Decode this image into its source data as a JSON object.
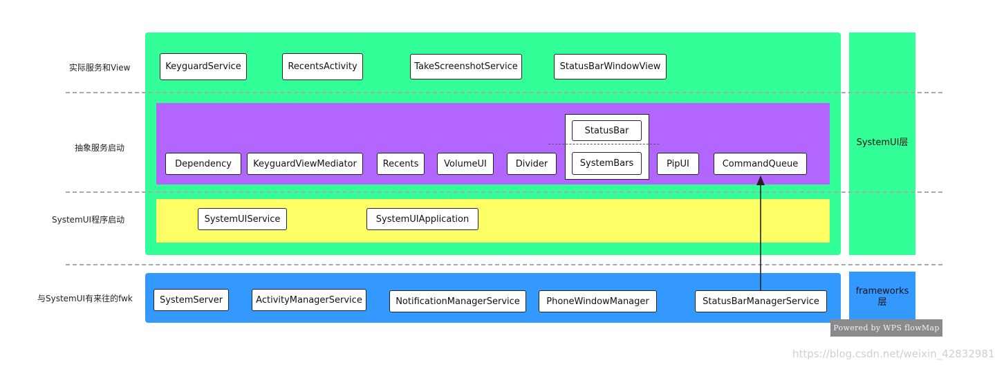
{
  "layers": {
    "actual": "实际服务和View",
    "abstract": "抽象服务启动",
    "startup": "SystemUI程序启动",
    "fwk": "与SystemUI有来往的fwk"
  },
  "side": {
    "systemui": "SystemUI层",
    "frameworks": "frameworks\n层"
  },
  "actual_boxes": {
    "keyguard_service": "KeyguardService",
    "recents_activity": "RecentsActivity",
    "take_screenshot": "TakeScreenshotService",
    "statusbar_window_view": "StatusBarWindowView"
  },
  "abstract_boxes": {
    "dependency": "Dependency",
    "keyguard_mediator": "KeyguardViewMediator",
    "recents": "Recents",
    "volume_ui": "VolumeUI",
    "divider": "Divider",
    "status_bar": "StatusBar",
    "system_bars": "SystemBars",
    "pip_ui": "PipUI",
    "command_queue": "CommandQueue"
  },
  "startup_boxes": {
    "systemui_service": "SystemUIService",
    "systemui_application": "SystemUIApplication"
  },
  "fwk_boxes": {
    "system_server": "SystemServer",
    "activity_manager": "ActivityManagerService",
    "notification_manager": "NotificationManagerService",
    "phone_window_manager": "PhoneWindowManager",
    "statusbar_manager": "StatusBarManagerService"
  },
  "badge": "Powered by WPS flowMap",
  "watermark": "https://blog.csdn.net/weixin_42832981",
  "colors": {
    "green": "#33ff99",
    "blue": "#3399ff",
    "purple": "#b266ff",
    "yellow": "#ffff66"
  }
}
